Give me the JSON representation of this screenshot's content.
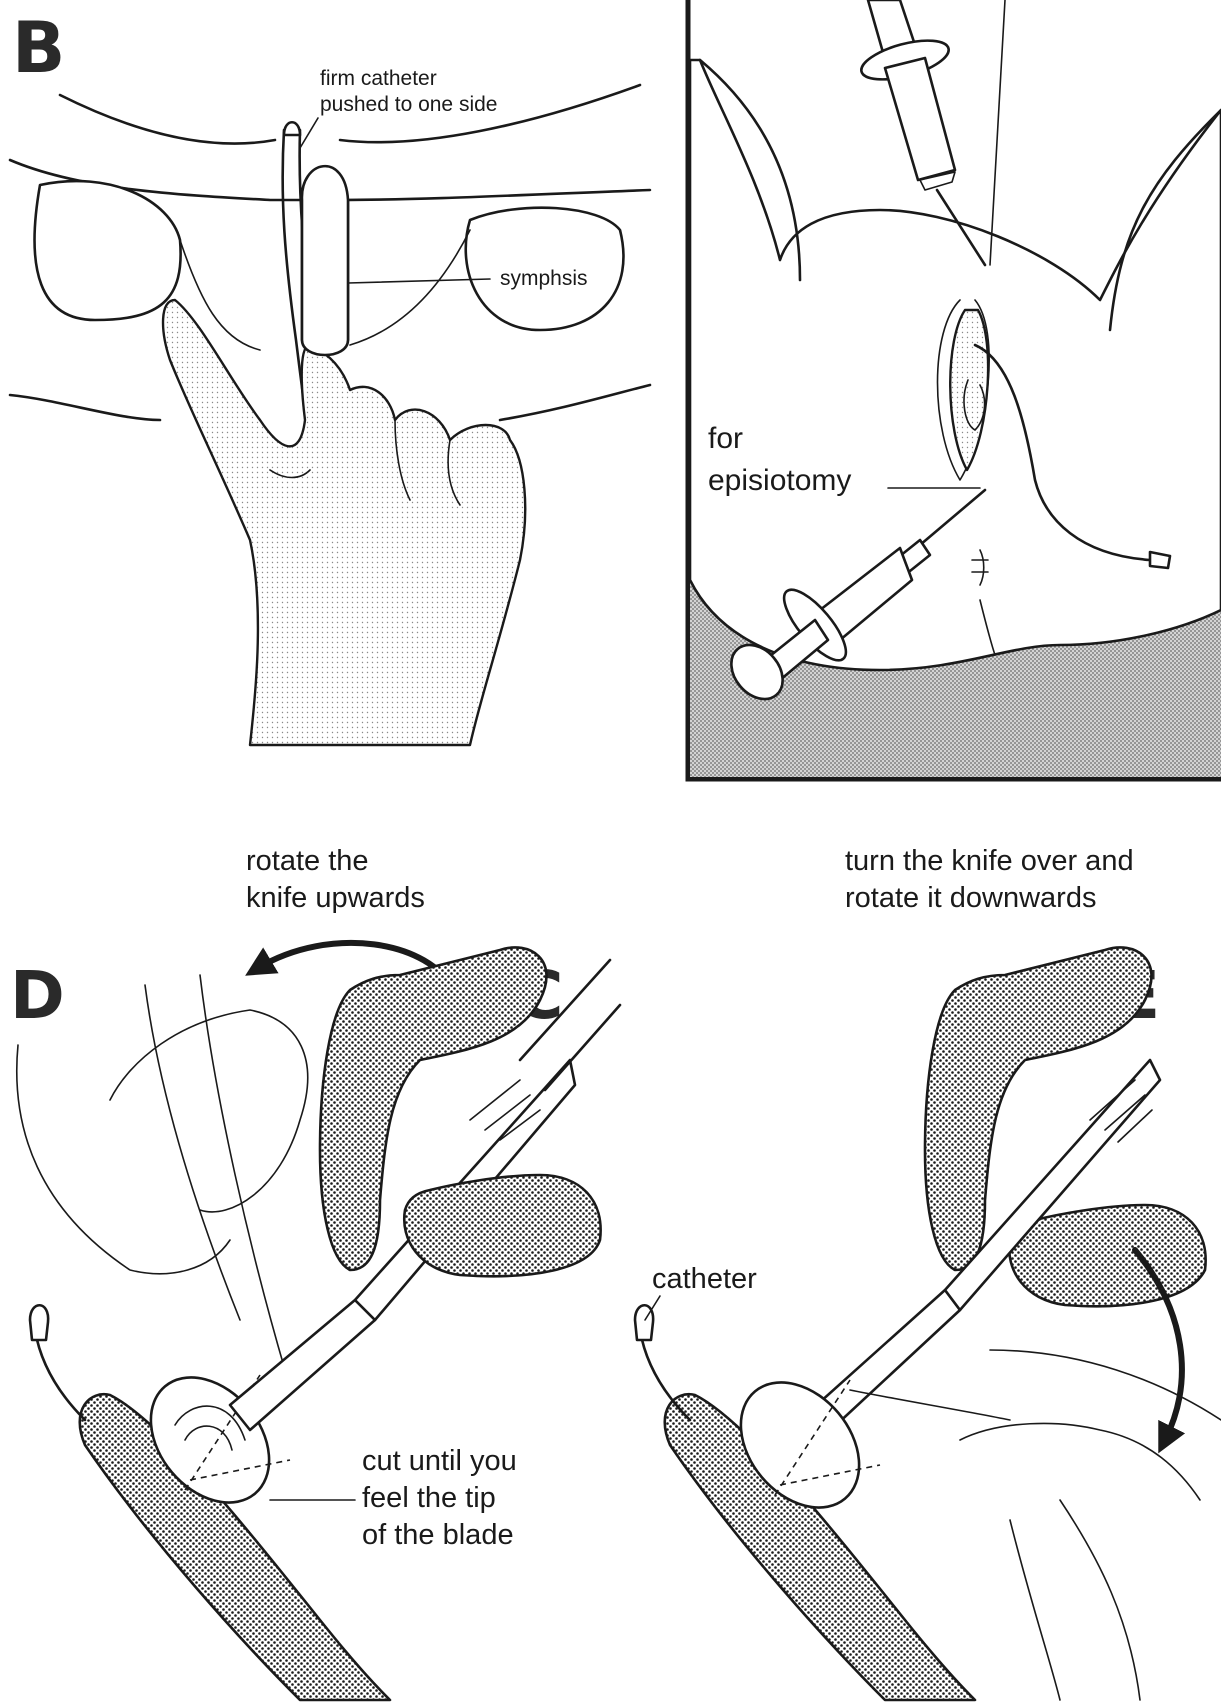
{
  "panels": {
    "b": {
      "letter": "B",
      "label_catheter": [
        "firm catheter",
        "pushed to one side"
      ],
      "label_symphysis": "symphsis"
    },
    "injection": {
      "label_for": "for",
      "label_episiotomy": "episiotomy"
    },
    "c": {
      "letter": "C"
    },
    "d": {
      "letter": "D",
      "instruction": [
        "rotate the",
        "knife upwards"
      ],
      "note": [
        "cut until you",
        "feel the tip",
        "of the blade"
      ]
    },
    "e": {
      "letter": "E",
      "instruction": [
        "turn the knife over and",
        "rotate it downwards"
      ],
      "label_catheter": "catheter"
    }
  },
  "colors": {
    "ink": "#1a1a1a",
    "paper": "#ffffff",
    "shade": "#9a9a9a"
  },
  "icons": [
    "curved-arrow-icon"
  ]
}
